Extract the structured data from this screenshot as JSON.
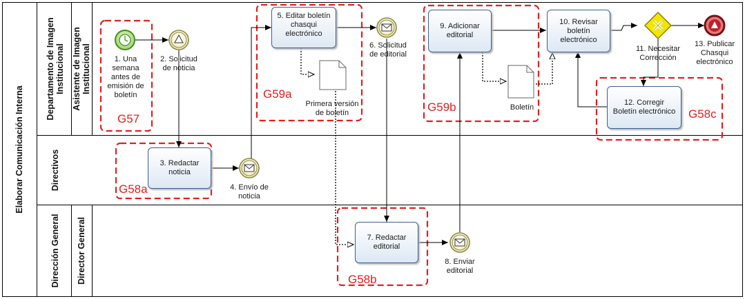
{
  "pool": {
    "label": "Elaborar Comunicación Interna"
  },
  "lanes": [
    {
      "label": "Departamento de Imagen\nInstitucional",
      "sublane": "Asistente de Imagen\nInstitucional"
    },
    {
      "label": "Directivos",
      "sublane": ""
    },
    {
      "label": "Dirección General",
      "sublane": "Director General"
    }
  ],
  "events": {
    "e1": "1. Una\nsemana\nantes de\nemisión de\nboletín",
    "e2": "2. Solicitud\nde noticia",
    "e4": "4. Envío de\nnoticia",
    "e6": "6. Solicitud\nde editorial",
    "e8": "8. Enviar\neditorial",
    "e13": "13. Publicar\nChasqui\nelectrónico"
  },
  "tasks": {
    "t3": "3. Redactar\nnoticia",
    "t5": "5. Editar boletín\nchasqui\nelectrónico",
    "t7": "7. Redactar\neditorial",
    "t9": "9. Adicionar\neditorial",
    "t10": "10. Revisar\nboletín\nelectrónico",
    "t12": "12. Corregir\nBoletín electrónico"
  },
  "gateway": {
    "g11": "11. Necesitar\nCorrección"
  },
  "documents": {
    "d1": "Primera versión\nde boletín",
    "d2": "Boletín"
  },
  "groups": {
    "g57": "G57",
    "g58a": "G58a",
    "g59a": "G59a",
    "g59b": "G59b",
    "g58b": "G58b",
    "g58c": "G58c"
  },
  "colors": {
    "task_border": "#3b5f8e",
    "group_dash": "#e02020",
    "start": "#7dc242",
    "end": "#c0212b",
    "gateway": "#f2e500",
    "intermediate": "#c8c870"
  }
}
